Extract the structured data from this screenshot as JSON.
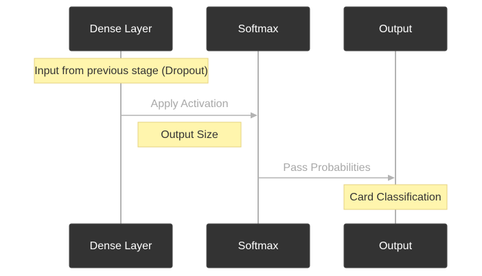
{
  "participants": [
    {
      "id": "dense",
      "label": "Dense Layer"
    },
    {
      "id": "softmax",
      "label": "Softmax"
    },
    {
      "id": "output",
      "label": "Output"
    }
  ],
  "messages": [
    {
      "from": "dense",
      "to": "softmax",
      "label": "Apply Activation"
    },
    {
      "from": "softmax",
      "to": "output",
      "label": "Pass Probabilities"
    }
  ],
  "notes": [
    {
      "over": "dense",
      "label": "Input from previous stage (Dropout)"
    },
    {
      "between": [
        "dense",
        "softmax"
      ],
      "label": "Output Size"
    },
    {
      "over": "output",
      "label": "Card Classification"
    }
  ],
  "colors": {
    "actor_fill": "#333333",
    "actor_text": "#ffffff",
    "note_fill": "#fff5ad",
    "note_border": "#e6d280",
    "line": "#b3b3b3",
    "message_text": "#a8a8a8"
  }
}
